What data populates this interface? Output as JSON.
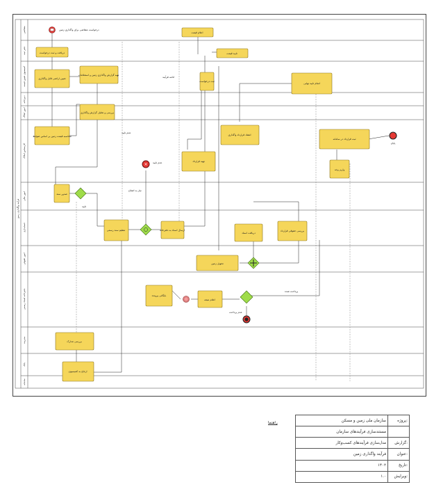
{
  "pool_label": "فرآیند واگذاری زمین",
  "lanes": [
    {
      "id": "l1",
      "label": "متقاضی"
    },
    {
      "id": "l2",
      "label": "دفتر ثبت"
    },
    {
      "id": "l3",
      "label": "کمیسیون تعیین قیمت"
    },
    {
      "id": "l4",
      "label": "دبیرخانه"
    },
    {
      "id": "l5",
      "label": "امور املاک"
    },
    {
      "id": "l6",
      "label": "کارشناس املاک"
    },
    {
      "id": "l7",
      "label": "امور مالی"
    },
    {
      "id": "l8",
      "label": "حسابداری"
    },
    {
      "id": "l9",
      "label": "امور حقوقی"
    },
    {
      "id": "l10",
      "label": "دفترخانه اسناد رسمی"
    },
    {
      "id": "l11",
      "label": "مدیریت"
    },
    {
      "id": "l12",
      "label": "بانک"
    },
    {
      "id": "l13",
      "label": "سامانه"
    }
  ],
  "events": {
    "start_label": "درخواست متقاضی برای واگذاری زمین",
    "end_label": "پایان",
    "error_label": "عدم تایید"
  },
  "tasks": {
    "t1": "دریافت و ثبت درخواست",
    "t2": "تعیین اراضی قابل واگذاری",
    "t3": "تهیه گزارش واگذاری زمین و استعلامات",
    "t4": "بررسی و تحلیل گزارش واگذاری",
    "t5": "محاسبه قیمت زمین بر اساس ضوابط",
    "t6": "اعلام قیمت",
    "t7": "تایید قیمت",
    "t8": "ثبت درخواست",
    "t9": "انجام تایید نهایی",
    "t10": "انعقاد قرارداد واگذاری",
    "t11": "تهیه قرارداد",
    "t12": "واریز وجه",
    "t13": "ثبت قرارداد در سامانه",
    "t14": "صدور سند",
    "t15": "تنظیم سند رسمی",
    "t16": "ارسال اسناد به دفترخانه",
    "t17": "دریافت اسناد",
    "t18": "بررسی حقوقی قرارداد",
    "t19": "تحویل زمین",
    "t20": "بایگانی پرونده",
    "t21": "اعلام نتیجه",
    "t22": "بررسی مدارک",
    "t23": "ارجاع به کمیسیون"
  },
  "flow_labels": {
    "f1": "عدم تایید",
    "f2": "تایید",
    "f3": "نیاز به اصلاح",
    "f4": "ادامه فرآیند",
    "f5": "عدم پرداخت",
    "f6": "پرداخت شده"
  },
  "legend_link": "راهنما",
  "info_table": [
    {
      "key": "پروژه:",
      "value": "سازمان ملی زمین و مسکن"
    },
    {
      "key": "",
      "value": "مستندسازی فرآیندهای سازمان"
    },
    {
      "key": "گزارش:",
      "value": "مدل‌سازی فرآیندهای کسب‌وکار"
    },
    {
      "key": "عنوان:",
      "value": "فرآیند واگذاری زمین"
    },
    {
      "key": "تاریخ:",
      "value": "۱۴۰۲"
    },
    {
      "key": "ویرایش:",
      "value": "۱.۰"
    }
  ],
  "colors": {
    "task_fill": "#f5d65a",
    "gateway_fill": "#9fdc4a",
    "event_end": "#e53935",
    "event_start": "#e53935"
  }
}
